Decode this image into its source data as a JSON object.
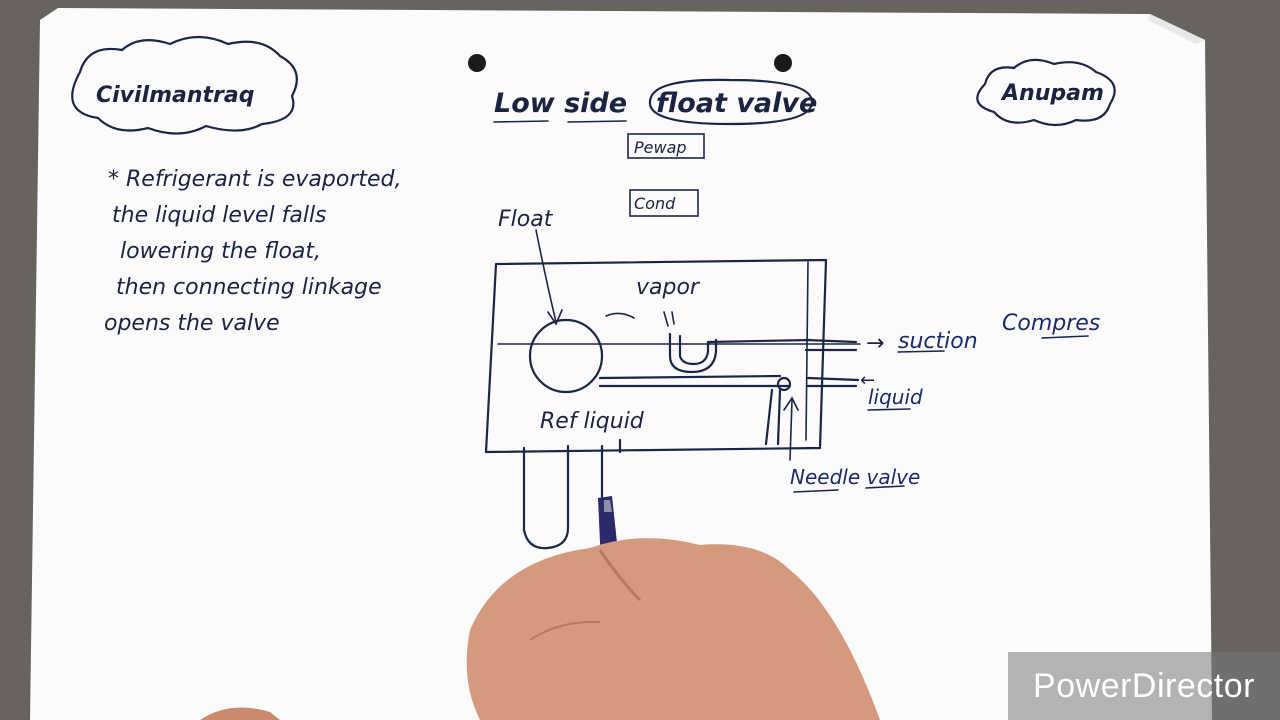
{
  "header": {
    "badge_left": "Civilmantraq",
    "title_part1": "Low side",
    "title_part2": "float valve",
    "badge_right": "Anupam",
    "label_evap": "Pewap",
    "label_cond": "Cond"
  },
  "notes": {
    "line1": "* Refrigerant is evaported,",
    "line2": "the liquid level falls",
    "line3": "lowering the float,",
    "line4": "then connecting linkage",
    "line5": "opens the valve"
  },
  "diagram": {
    "float_label": "Float",
    "vapor_label": "vapor",
    "suction_label": "suction",
    "compres_label": "Compres",
    "liquid_label": "liquid",
    "ref_liquid_label": "Ref liquid",
    "needle_valve_label": "Needle valve",
    "suction_arrow": "→",
    "liquid_arrow": "←"
  },
  "overlay": {
    "watermark": "PowerDirector"
  },
  "colors": {
    "paper": "#fbfbfb",
    "ink": "#1b2340",
    "background": "#6e6a66",
    "skin": "#d99a7e"
  }
}
